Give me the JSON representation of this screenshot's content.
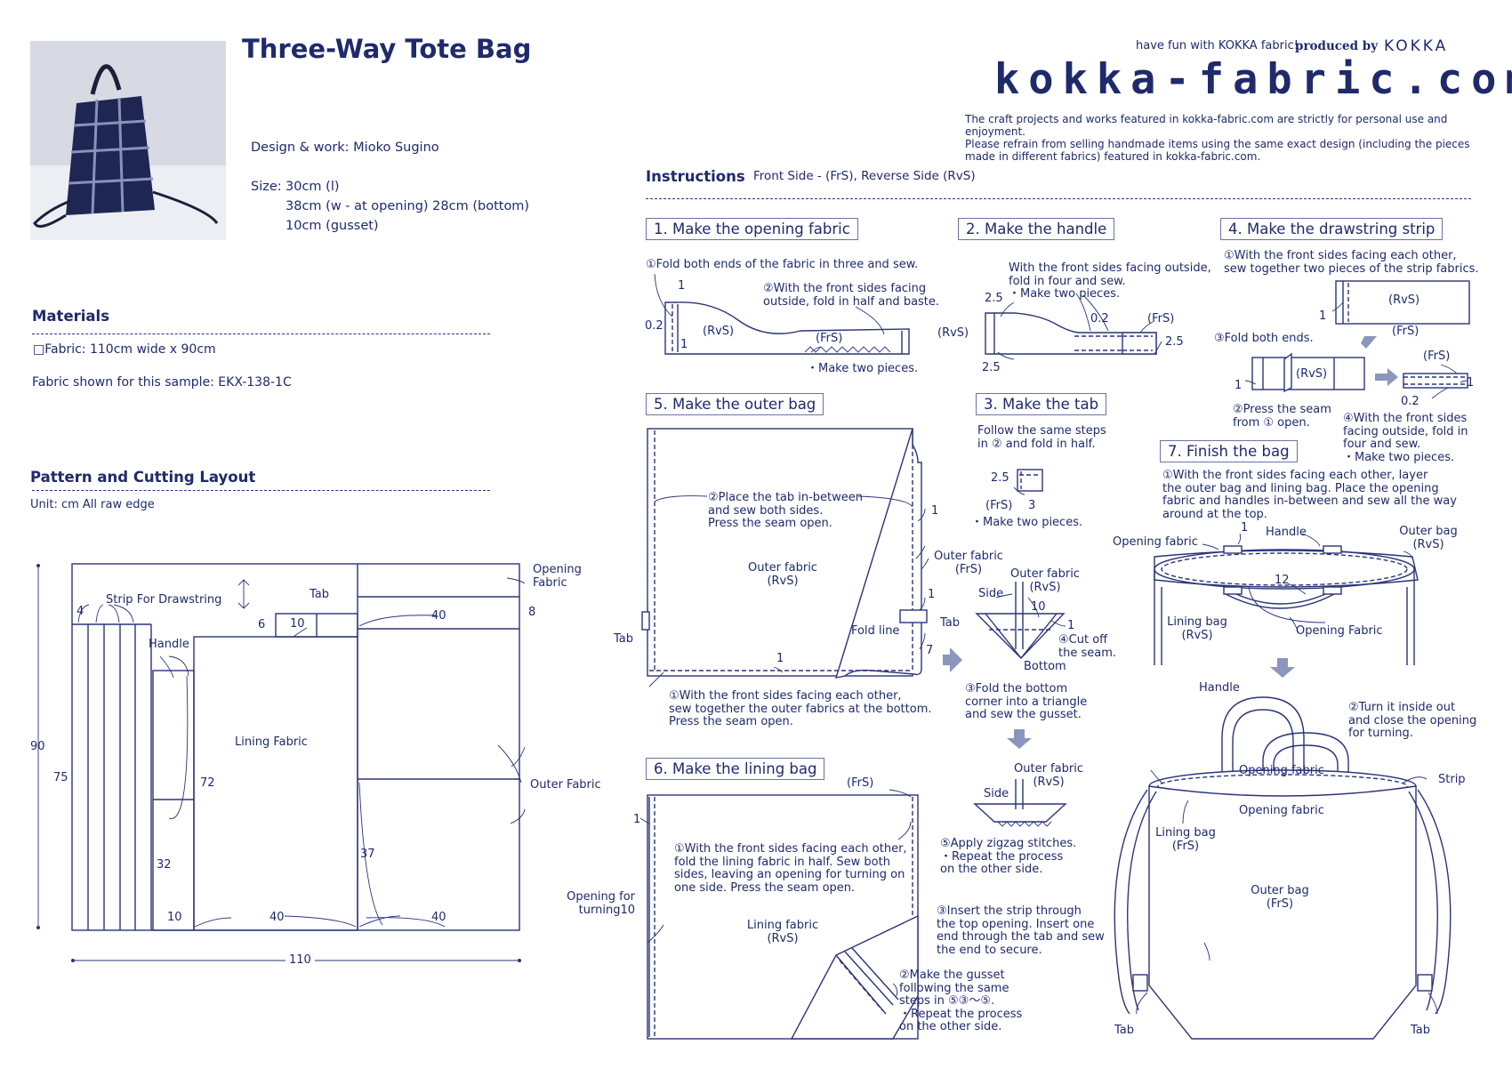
{
  "header": {
    "title": "Three-Way Tote Bag",
    "tagline": "have fun with KOKKA fabric!",
    "produced_by": "produced by",
    "brand": "KOKKA",
    "site": "kokka-fabric.com",
    "notice": [
      "The craft projects and works featured in kokka-fabric.com are strictly for personal use and enjoyment.",
      "Please refrain from selling handmade items using the same exact design (including the pieces",
      "made in different fabrics) featured in kokka-fabric.com."
    ]
  },
  "info": {
    "design": "Design & work: Mioko Sugino",
    "size_label": "Size:",
    "size": [
      "30cm (l)",
      "38cm (w - at opening)  28cm (bottom)",
      "10cm (gusset)"
    ]
  },
  "materials": {
    "heading": "Materials",
    "fabric": "□Fabric: 110cm wide x 90cm",
    "sample": "Fabric shown for this sample: EKX-138-1C"
  },
  "pattern": {
    "heading": "Pattern and Cutting Layout",
    "unit": "Unit: cm  All raw edge",
    "labels": {
      "strip": "Strip For Drawstring",
      "tab": "Tab",
      "opening": "Opening\nFabric",
      "handle": "Handle",
      "lining": "Lining Fabric",
      "outer": "Outer Fabric"
    },
    "dims": {
      "d90": "90",
      "d75": "75",
      "d4": "4",
      "d6": "6",
      "d10a": "10",
      "d40a": "40",
      "d8": "8",
      "d72": "72",
      "d32": "32",
      "d37": "37",
      "d10b": "10",
      "d40b": "40",
      "d40c": "40",
      "d110": "110"
    }
  },
  "instructions": {
    "heading": "Instructions",
    "legend": "Front Side - (FrS), Reverse Side (RvS)",
    "step1": {
      "title": "1. Make the opening fabric",
      "t1": "①Fold both ends of the fabric in three and sew.",
      "t2": "②With the front sides facing\noutside, fold in half and baste.",
      "t3": "・Make two pieces.",
      "rvs": "(RvS)",
      "frs": "(FrS)",
      "n1a": "1",
      "n02": "0.2",
      "n1b": "1"
    },
    "step2": {
      "title": "2. Make the handle",
      "t1": "With the front sides facing outside,\nfold in four and sew.\n・Make two pieces.",
      "rvs": "(RvS)",
      "frs": "(FrS)",
      "n25a": "2.5",
      "n02": "0.2",
      "n25b": "2.5",
      "n25c": "2.5"
    },
    "step3": {
      "title": "3. Make the tab",
      "t1": "Follow the same steps\nin ② and fold in half.",
      "n25": "2.5",
      "frs": "(FrS)",
      "n3": "3",
      "t2": "・Make two pieces."
    },
    "step4": {
      "title": "4. Make the drawstring strip",
      "t1": "①With the front sides facing each other,\nsew together two pieces of the strip fabrics.",
      "rvs1": "(RvS)",
      "frs1": "(FrS)",
      "n1": "1",
      "t3": "③Fold both ends.",
      "rvs2": "(RvS)",
      "n1b": "1",
      "t2": "②Press the seam\nfrom ① open.",
      "frs2": "(FrS)",
      "n1c": "1",
      "n02": "0.2",
      "t4": "④With the front sides\nfacing outside, fold in\nfour and sew.\n・Make two pieces."
    },
    "step5": {
      "title": "5. Make the outer bag",
      "t2": "②Place the tab in-between\nand sew both sides.\nPress the seam open.",
      "fabric": "Outer fabric\n(RvS)",
      "frs": "Outer fabric\n(FrS)",
      "n1a": "1",
      "n1b": "1",
      "n1c": "1",
      "n7": "7",
      "fold": "Fold line",
      "tab1": "Tab",
      "tab2": "Tab",
      "t1": "①With the front sides facing each other,\nsew together the outer fabrics at the bottom.\nPress the seam open.",
      "g_side": "Side",
      "g_fabric": "Outer fabric\n(RvS)",
      "g_10": "10",
      "g_1": "1",
      "g_cut": "④Cut off\nthe seam.",
      "g_bottom": "Bottom",
      "t3": "③Fold the bottom\ncorner into a triangle\nand sew the gusset.",
      "z_fabric": "Outer fabric\n(RvS)",
      "z_side": "Side",
      "t5": "⑤Apply zigzag stitches.\n・Repeat the process\non the other side."
    },
    "step6": {
      "title": "6. Make the lining bag",
      "frs": "(FrS)",
      "n1": "1",
      "t1": "①With the front sides facing each other,\nfold the lining fabric in half. Sew both\nsides, leaving an opening for turning on\none side. Press the seam open.",
      "opening": "Opening for\nturning10",
      "fabric": "Lining fabric\n(RvS)",
      "t2": "②Make the gusset\nfollowing the same\nsteps in ⑤③～⑤.\n・Repeat the process\non the other side.",
      "t3": "③Insert the strip through\nthe top opening. Insert one\nend through the tab and sew\nthe end to secure."
    },
    "step7": {
      "title": "7. Finish the bag",
      "t1": "①With the front sides facing each other, layer\nthe outer bag and lining bag. Place the opening\nfabric and handles in-between and sew all the way\naround at the top.",
      "opening": "Opening fabric",
      "n1": "1",
      "handle": "Handle",
      "outer": "Outer bag\n(RvS)",
      "n12": "12",
      "lining": "Lining bag\n(RvS)",
      "opening2": "Opening Fabric",
      "handle2": "Handle",
      "t2": "②Turn it inside out\nand close the opening\nfor turning.",
      "opf1": "Opening fabric",
      "opf2": "Opening fabric",
      "strip": "Strip",
      "lining2": "Lining bag\n(FrS)",
      "outer2": "Outer bag\n(FrS)",
      "tab1": "Tab",
      "tab2": "Tab"
    }
  }
}
